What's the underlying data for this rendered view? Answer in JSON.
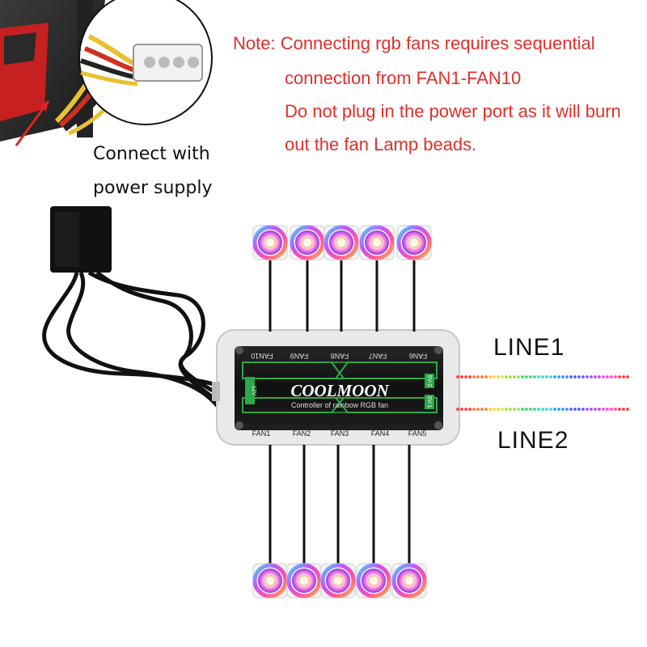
{
  "note": {
    "line1": "Note: Connecting rgb fans requires sequential",
    "line2": "connection from FAN1-FAN10",
    "line3": "Do not plug in the power port as it will burn",
    "line4": "out the fan Lamp beads."
  },
  "power_caption": {
    "line1": "Connect with",
    "line2": "power supply"
  },
  "controller": {
    "brand": "COOLMOON",
    "subtitle": "Controller of rainbow RGB fan",
    "bottom_ports": [
      "FAN1",
      "FAN2",
      "FAN3",
      "FAN4",
      "FAN5"
    ],
    "top_ports": [
      "FAN10",
      "FAN9",
      "FAN8",
      "FAN7",
      "FAN6"
    ],
    "left_port": "12V",
    "right_port_1": "5V-2",
    "right_port_2": "5V-1"
  },
  "lines": {
    "line1": "LINE1",
    "line2": "LINE2"
  },
  "colors": {
    "note_text": "#e0302a",
    "board_green": "#2ea84a",
    "board_dark": "#141414"
  }
}
